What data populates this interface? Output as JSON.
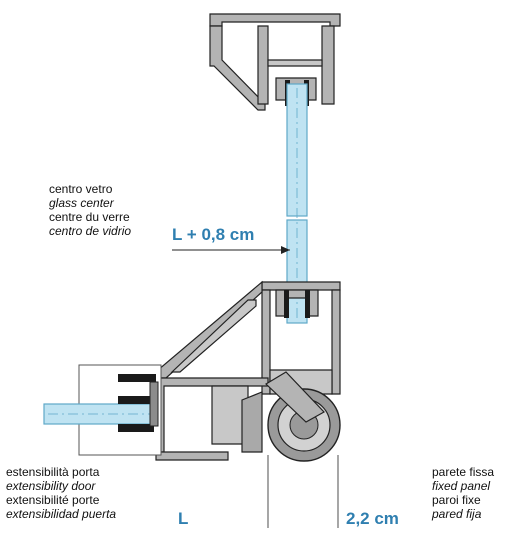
{
  "labels": {
    "glass_center": [
      "centro vetro",
      "glass center",
      "centre du verre",
      "centro de vidrio"
    ],
    "door_extensibility": [
      "estensibilità porta",
      "extensibility door",
      "extensibilité porte",
      "extensibilidad puerta"
    ],
    "fixed_panel": [
      "parete fissa",
      "fixed panel",
      "paroi fixe",
      "pared fija"
    ]
  },
  "dimensions": {
    "offset": "L + 0,8 cm",
    "door": "L",
    "fixed": "2,2 cm"
  },
  "colors": {
    "accent": "#2f7fb0",
    "glass": "#bfe3f2",
    "glass_edge": "#5fa8c8",
    "profile": "#a8a8a8",
    "outline": "#222222",
    "gasket": "#1a1a1a"
  }
}
